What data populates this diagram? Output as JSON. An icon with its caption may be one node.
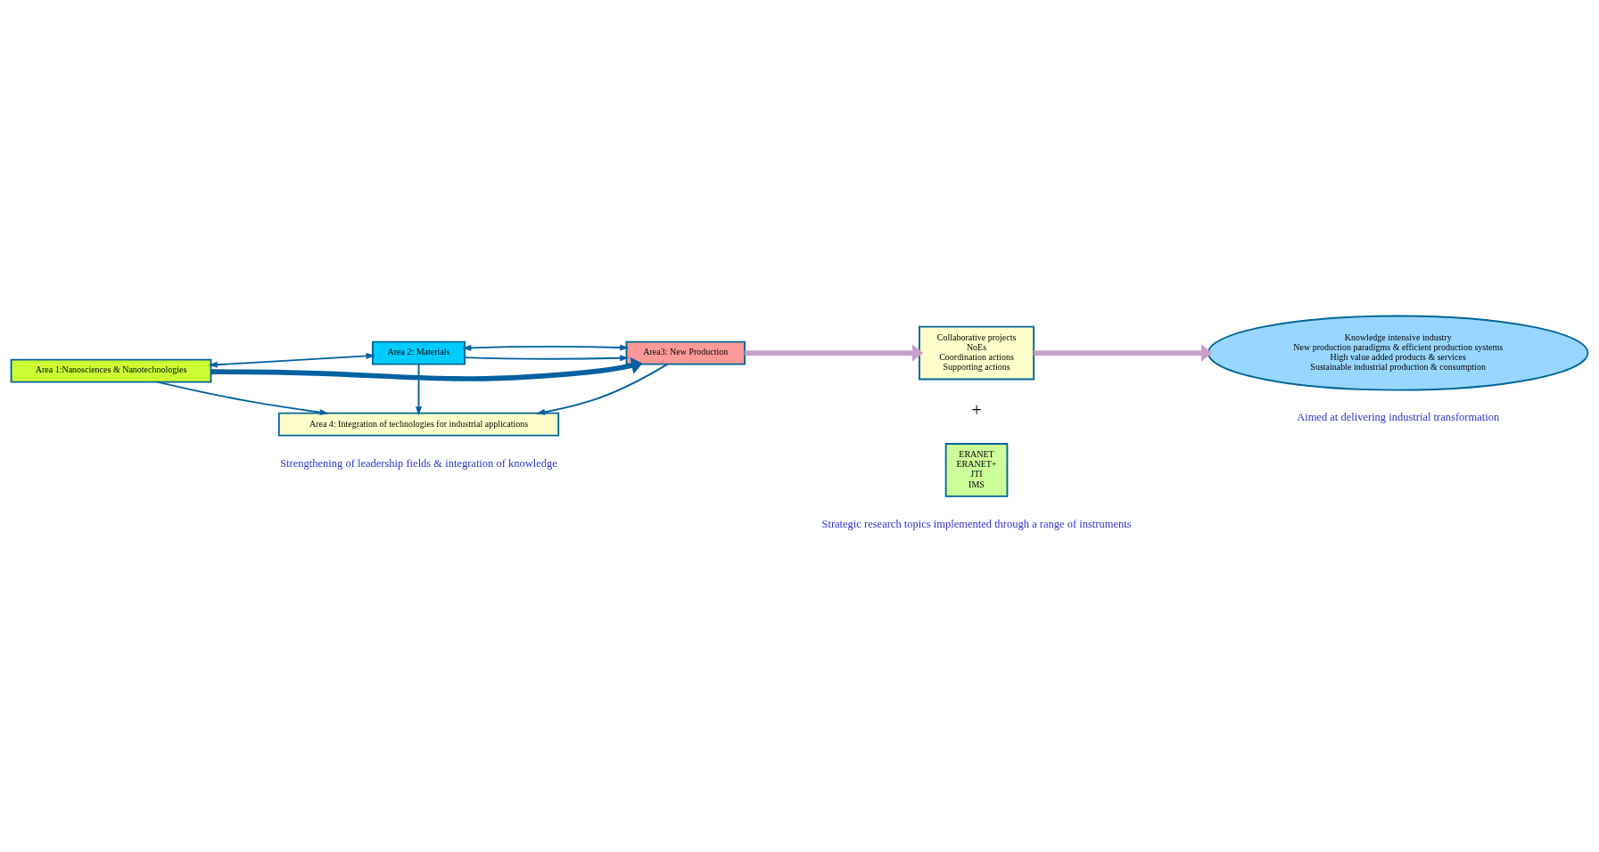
{
  "diagram": {
    "nodes": [
      {
        "text": [
          "Area 1:Nanosciences & Nanotechnologies"
        ]
      },
      {
        "text": [
          "Area 2: Materials"
        ]
      },
      {
        "text": [
          "Area3: New Production"
        ]
      },
      {
        "text": [
          "Area 4: Integration of technologies for industrial applications"
        ]
      },
      {
        "text": [
          "Collaborative projects",
          "NoEs",
          "Coordination actions",
          "Supporting actions"
        ]
      },
      {
        "text": [
          "ERANET",
          "ERANET+",
          "JTI",
          "IMS"
        ]
      },
      {
        "text": [
          "Knowledge intensive industry",
          "New production paradigms & efficient production systems",
          "High value added products & services",
          "Sustainable industrial production & consumption"
        ]
      }
    ],
    "edges": [
      {
        "from": 0,
        "to": 2,
        "arrow": "to",
        "style": "thick"
      },
      {
        "from": 1,
        "to": 2,
        "arrow": "to"
      },
      {
        "from": 0,
        "to": 1,
        "arrow": "both"
      },
      {
        "from": 1,
        "to": 2,
        "arrow": "both"
      },
      {
        "from": 0,
        "to": 3,
        "arrow": "to"
      },
      {
        "from": 1,
        "to": 3,
        "arrow": "to"
      },
      {
        "from": 2,
        "to": 3,
        "arrow": "to"
      },
      {
        "from": 2,
        "to": 4,
        "arrow": "to",
        "style": "thick",
        "color": "#c8a0cc"
      },
      {
        "from": 4,
        "to": 6,
        "arrow": "to",
        "style": "thick",
        "color": "#c8a0cc"
      }
    ],
    "labels": [
      "+",
      "Strengthening of leadership fields & integration of knowledge",
      "Strategic research topics implemented through a range of instruments",
      "Aimed at delivering industrial transformation"
    ]
  }
}
